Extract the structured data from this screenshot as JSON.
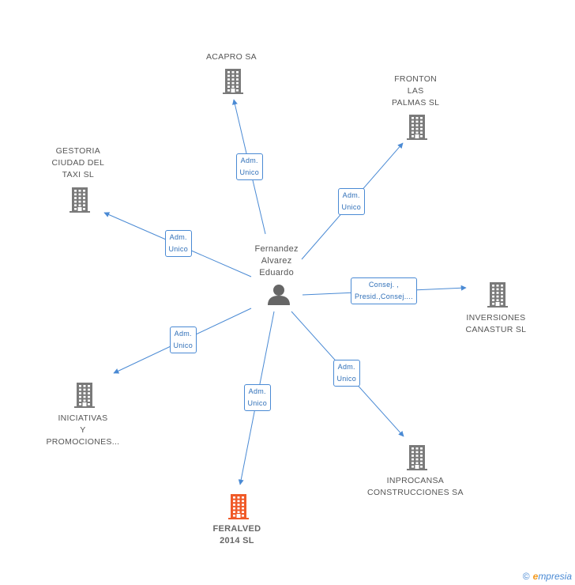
{
  "center": {
    "name_lines": [
      "Fernandez",
      "Alvarez",
      "Eduardo"
    ],
    "icon": "person-icon"
  },
  "companies": [
    {
      "id": "acapro",
      "lines": [
        "ACAPRO SA"
      ],
      "icon": "building-icon"
    },
    {
      "id": "fronton",
      "lines": [
        "FRONTON",
        "LAS",
        "PALMAS SL"
      ],
      "icon": "building-icon"
    },
    {
      "id": "gestoria",
      "lines": [
        "GESTORIA",
        "CIUDAD DEL",
        "TAXI SL"
      ],
      "icon": "building-icon"
    },
    {
      "id": "inversiones",
      "lines": [
        "INVERSIONES",
        "CANASTUR SL"
      ],
      "icon": "building-icon"
    },
    {
      "id": "iniciativas",
      "lines": [
        "INICIATIVAS",
        "Y",
        "PROMOCIONES..."
      ],
      "icon": "building-icon"
    },
    {
      "id": "inprocansa",
      "lines": [
        "INPROCANSA",
        "CONSTRUCCIONES SA"
      ],
      "icon": "building-icon"
    },
    {
      "id": "feralved",
      "lines": [
        "FERALVED",
        "2014  SL"
      ],
      "icon": "building-icon",
      "highlight": true
    }
  ],
  "relations": [
    {
      "to": "acapro",
      "lines": [
        "Adm.",
        "Unico"
      ]
    },
    {
      "to": "fronton",
      "lines": [
        "Adm.",
        "Unico"
      ]
    },
    {
      "to": "gestoria",
      "lines": [
        "Adm.",
        "Unico"
      ]
    },
    {
      "to": "inversiones",
      "lines": [
        "Consej. ,",
        "Presid.,Consej...."
      ]
    },
    {
      "to": "iniciativas",
      "lines": [
        "Adm.",
        "Unico"
      ]
    },
    {
      "to": "inprocansa",
      "lines": [
        "Adm.",
        "Unico"
      ]
    },
    {
      "to": "feralved",
      "lines": [
        "Adm.",
        "Unico"
      ]
    }
  ],
  "colors": {
    "edge": "#4a8ad4",
    "building": "#7a7a7a",
    "highlight": "#f05a28",
    "person": "#666666"
  },
  "footer": {
    "copyright": "©",
    "brand_initial": "e",
    "brand_rest": "mpresia"
  }
}
